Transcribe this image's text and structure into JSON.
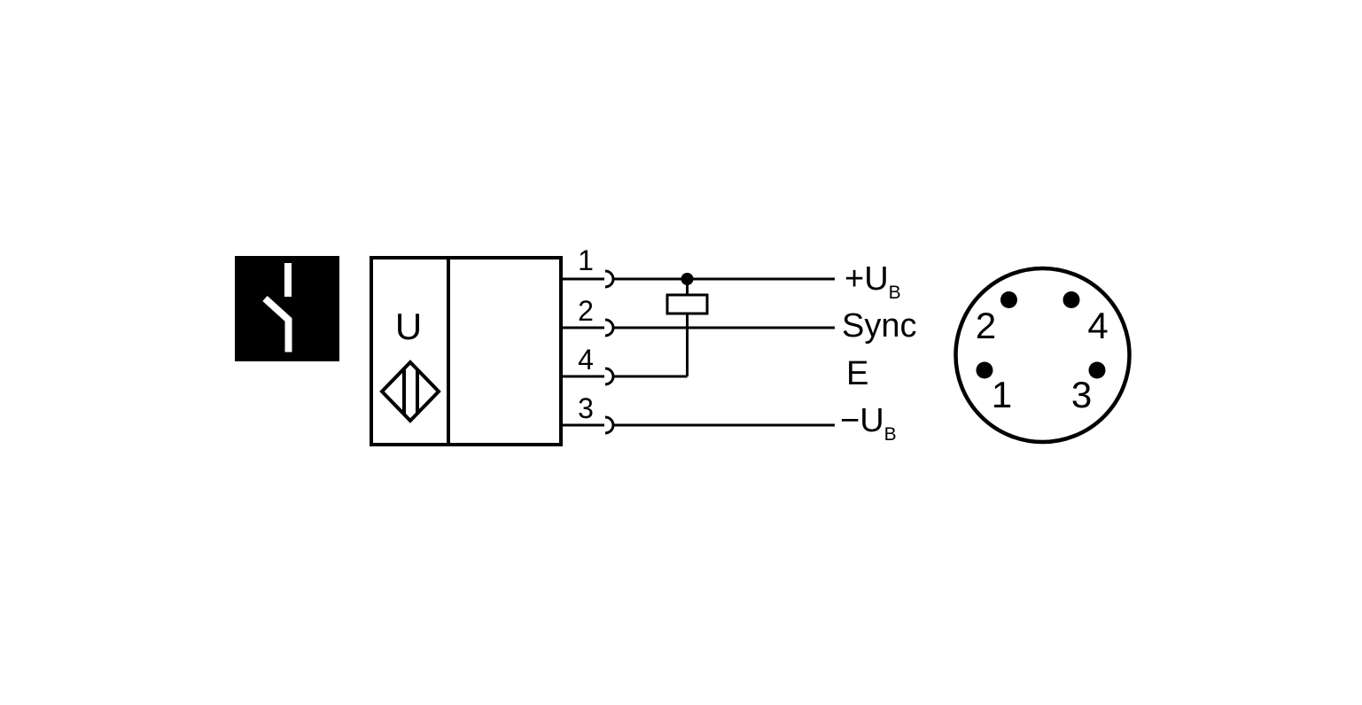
{
  "diagram_kind": "sensor-wiring-diagram",
  "icons": {
    "output_type": "normally-open-contact-icon",
    "sensor_type": "ultrasonic-diamond-icon",
    "plug_contact": "connector-socket-arc-icon"
  },
  "sensor": {
    "label": "U",
    "pins": [
      {
        "number": "1",
        "signal": "+U",
        "signal_sub": "B"
      },
      {
        "number": "2",
        "signal": "Sync",
        "signal_sub": ""
      },
      {
        "number": "4",
        "signal": "E",
        "signal_sub": ""
      },
      {
        "number": "3",
        "signal": "−U",
        "signal_sub": "B"
      }
    ]
  },
  "connector": {
    "pins": [
      "2",
      "4",
      "1",
      "3"
    ]
  },
  "colors": {
    "line": "#000000",
    "background": "#ffffff",
    "icon_background": "#000000",
    "icon_foreground": "#ffffff"
  }
}
